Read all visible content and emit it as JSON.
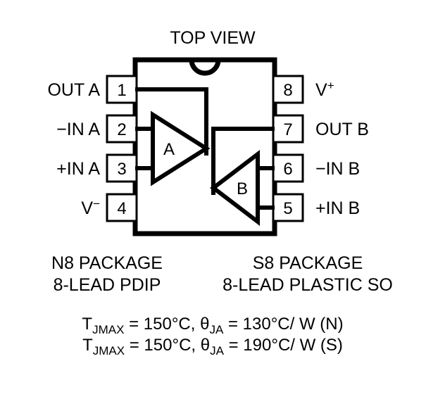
{
  "diagram": {
    "title": "TOP VIEW",
    "amplifiers": [
      {
        "id": "amp-a",
        "label": "A"
      },
      {
        "id": "amp-b",
        "label": "B"
      }
    ],
    "pins_left": [
      {
        "number": "1",
        "label": "OUT A"
      },
      {
        "number": "2",
        "label": "−IN A"
      },
      {
        "number": "3",
        "label": "+IN A"
      },
      {
        "number": "4",
        "label": "V",
        "sup": "−"
      }
    ],
    "pins_right": [
      {
        "number": "8",
        "label": "V",
        "sup": "+"
      },
      {
        "number": "7",
        "label": "OUT B"
      },
      {
        "number": "6",
        "label": "−IN B"
      },
      {
        "number": "5",
        "label": "+IN B"
      }
    ]
  },
  "packages": [
    {
      "name": "N8 PACKAGE",
      "desc": "8-LEAD PDIP"
    },
    {
      "name": "S8 PACKAGE",
      "desc": "8-LEAD PLASTIC SO"
    }
  ],
  "thermal": [
    {
      "tj_symbol": "T",
      "tj_sub": "JMAX",
      "tj_eq": " = 150°C, ",
      "theta_symbol": "θ",
      "theta_sub": "JA",
      "theta_eq": " = 130°C/ W (N)"
    },
    {
      "tj_symbol": "T",
      "tj_sub": "JMAX",
      "tj_eq": " = 150°C, ",
      "theta_symbol": "θ",
      "theta_sub": "JA",
      "theta_eq": " = 190°C/ W (S)"
    }
  ],
  "colors": {
    "ink": "#000000",
    "background": "#ffffff"
  }
}
